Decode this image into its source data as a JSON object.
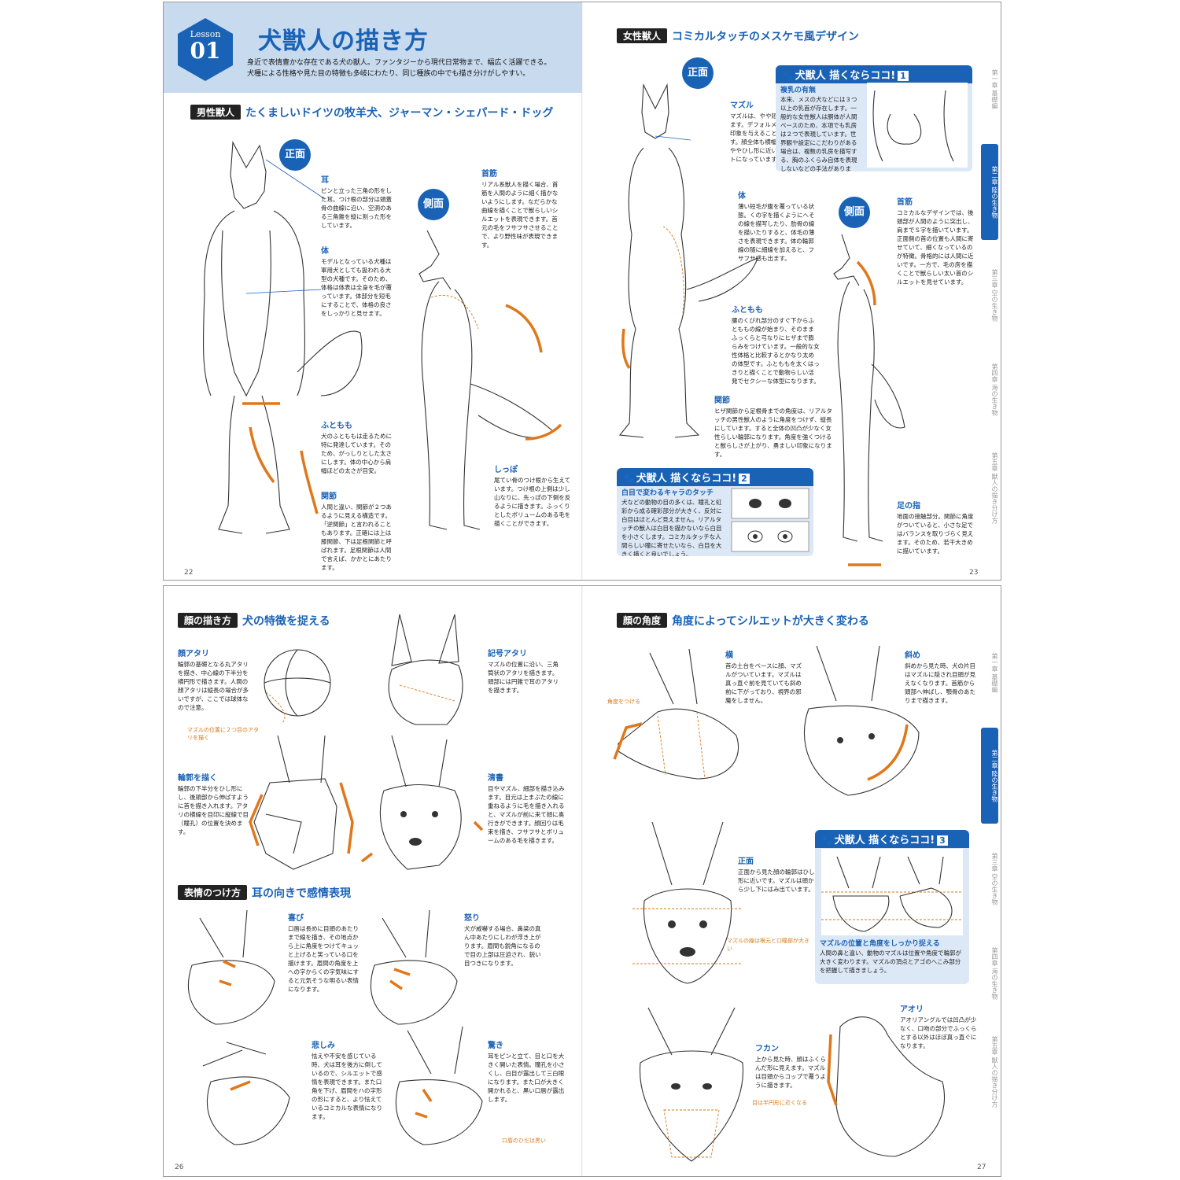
{
  "top_spread": {
    "lesson": {
      "word": "Lesson",
      "number": "01",
      "title": "犬獣人の描き方",
      "intro_1": "身近で表情豊かな存在である犬の獣人。ファンタジーから現代日常物まで、幅広く活躍できる。",
      "intro_2": "犬種による性格や見た目の特徴も多岐にわたり、同じ種族の中でも描き分けがしやすい。"
    },
    "male": {
      "tag": "男性獣人",
      "title": "たくましいドイツの牧羊犬、ジャーマン・シェパード・ドッグ",
      "front": "正面",
      "side": "側面",
      "ear_title": "耳",
      "ear_text": "ピンと立った三角の形をした耳。つけ根の部分は頭蓋骨の曲線に沿い、空洞のある三角錐を縦に割った形をしています。",
      "body_title": "体",
      "body_text": "モデルとなっている犬種は軍用犬としても扱われる大型の犬種です。そのため、体格は体表は全身を毛が覆っています。体部分を短毛にすることで、体格の良さをしっかりと見せます。",
      "thigh_title": "ふともも",
      "thigh_text": "犬のふとももは走るために特に発達しています。そのため、がっしりとした太さにします。体の中心から肩幅ほどの太さが目安。",
      "joint_title": "関節",
      "joint_text": "人間と違い、関節が２つあるように見える構造です。「逆関節」と言われることもあります。正確には上は膝関節、下は足根関節と呼ばれます。足根関節は人間で言えば、かかとにあたります。",
      "neck_title": "首筋",
      "neck_text": "リアル系獣人を描く場合、首筋を人間のように細く描かないようにします。なだらかな曲線を描くことで獣らしいシルエットを表現できます。首元の毛をフサフサさせることで、より野性味が表現できます。",
      "tail_title": "しっぽ",
      "tail_text": "尾てい骨のつけ根から生えています。つけ根の上側は少し山なりに、先っぽの下側を反るように描きます。ふっくりとしたボリュームのある毛を描くことができます。"
    },
    "female": {
      "tag": "女性獣人",
      "title": "コミカルタッチのメスケモ風デザイン",
      "front": "正面",
      "side": "側面",
      "muzzle_title": "マズル",
      "muzzle_text": "マズルは、やや短めに描きます。デフォルメが効いた印象を与えることができます。顔全体も横幅が出て、ややひし形に近いシルエットになっています。",
      "body_title": "体",
      "body_text": "薄い短毛が腹を覆っている状態。くの字を描くようにへその線を描写したり、肋骨の線を描いたりすると、体毛の薄さを表現できます。体の輪郭線の随に細線を加えると、フサフサ感も出ます。",
      "thigh_title": "ふともも",
      "thigh_text": "腰のくびれ部分のすぐ下からふとももの線が始まり、そのままふっくらと弓なりにヒザまで膨らみをつけています。一般的な女性体格と比較するとかなり太めの体型です。ふとももを太くはっきりと描くことで動物らしい活発でセクシーな体型になります。",
      "joint_title": "関節",
      "joint_text": "ヒザ関節から足根骨までの角度は、リアルタッチの男性獣人のように角度をつけず、縦長にしています。すると全体の凹凸が少なく女性らしい輪郭になります。角度を強くつけると獣らしさが上がり、勇ましい印象になります。",
      "neck_title": "首筋",
      "neck_text": "コミカルなデザインでは、後頭部が人間のように突出し、肩までＳ字を描いています。正面側の首の位置も人間に寄せていて、細くなっているのが特徴。骨格的には人間に近いです。一方で、毛の房を描くことで獣らしい太い首のシルエットを見せています。",
      "toe_title": "足の指",
      "toe_text": "地面の接触部分。関節に角度がついていると、小さな足ではバランスを取りづらく見えます。そのため、若干大きめに描いています。"
    },
    "callout1": {
      "title": "犬獣人 描くならココ!",
      "num": "1",
      "sub": "複乳の有無",
      "text": "本来、メスの犬などには３つ以上の乳首が存在します。一般的な女性獣人は胴体が人間ベースのため、本項でも乳房は２つで表現しています。世界観や設定にこだわりがある場合は、複数の乳房を描写する、胸のふくらみ自体を表現しないなどの手法があります。"
    },
    "callout2": {
      "title": "犬獣人 描くならココ!",
      "num": "2",
      "sub": "白目で変わるキャラのタッチ",
      "text": "犬などの動物の目の多くは、瞳孔と虹彩から成る確彩部分が大きく、反対に白目はほとんど見えません。リアルタッチの獣人は白目を描かないなら白目を小さくします。コミカルタッチな人間らしい瞳に寄せたいなら、白目を大きく描くと良いでしょう。"
    },
    "page_left": "22",
    "page_right": "23"
  },
  "bottom_spread": {
    "face": {
      "tag": "顔の描き方",
      "title": "犬の特徴を捉える",
      "atari_title": "顔アタリ",
      "atari_text": "輪郭の基礎となる丸アタリを描き、中心線の下半分を横円形で描きます。人間の顔アタリは縦長の場合が多いですが、ここでは球体なので注意。",
      "atari_note": "マズルの位置に２つ目のアタリを描く",
      "sign_title": "記号アタリ",
      "sign_text": "マズルの位置に沿い、三角筒状のアタリを描きます。頭部には円錐で耳のアタリを描きます。",
      "outline_title": "輪郭を描く",
      "outline_text": "輪郭の下半分をひし形にし、後頭部から伸ばすように首を描き入れます。アタリの横線を目印に縦線で目（瞳孔）の位置を決めます。",
      "clean_title": "清書",
      "clean_text": "目やマズル、細部を描き込みます。目元は上まぶたの線に重ねるように毛を描き入れると、マズルが前に来て顔に奥行きができます。顔回りは毛束を描き、フサフサとボリュームのある毛を描きます。"
    },
    "expression": {
      "tag": "表情のつけ方",
      "title": "耳の向きで感情表現",
      "joy_title": "喜び",
      "joy_text": "口唇は長めに目頭のあたりまで線を描き、その地点から上に角度をつけてキュッと上げると笑っている口を描けます。眉間の角度を上への字からくの字気味にすると元気そうな明るい表情になります。",
      "anger_title": "怒り",
      "anger_text": "犬が威嚇する場合、鼻梁の真ん中あたりにしわが浮き上がります。眉間も鋭角になるので目の上部は圧迫され、鋭い目つきになります。",
      "sad_title": "悲しみ",
      "sad_text": "怯えや不安を感じている時、犬は耳を後方に倒しているので、シルエットで感情を表現できます。また口角を下げ、眉間をハの字形の形にすると、より怯えているコミカルな表情になります。",
      "surprise_title": "驚き",
      "surprise_text": "耳をピンと立て、目と口を大きく開いた表情。瞳孔を小さくし、白目が露出して三白眼になります。また口が大きく開かれると、黒い口唇が露出します。",
      "lip_note": "口唇のひだは黒い"
    },
    "angle": {
      "tag": "顔の角度",
      "title": "角度によってシルエットが大きく変わる",
      "side_title": "横",
      "side_text": "首の土台をベースに顔、マズルがついています。マズルは真っ直ぐ前を見ていても斜め前に下がっており、視界の邪魔をしません。",
      "angle_note": "角度をつける",
      "oblique_title": "斜め",
      "oblique_text": "斜めから見た時、犬の片目はマズルに隠され目頭が見えなくなります。首筋から頭部へ伸ばし、顎骨のあたりまで描きます。",
      "front_title": "正面",
      "front_text": "正面から見た顔の輪郭はひし形に近いです。マズルは頭から少し下にはみ出ています。",
      "muzzle_note": "マズルの線は根元と口瞳部が大きい",
      "high_title": "フカン",
      "high_text": "上から見た時、顔はふくらんだ形に見えます。マズルは目頭からコップで覆うように描きます。",
      "high_note": "目は半円形に近くなる",
      "low_title": "アオリ",
      "low_text": "アオリアングルでは凹凸が少なく、口吻の部分でふっくらとする以外はほぼ真っ直ぐになります。"
    },
    "callout3": {
      "title": "犬獣人 描くならココ!",
      "num": "3",
      "sub": "マズルの位置と角度をしっかり捉える",
      "text": "人間の鼻と違い、動物のマズルは位置や角度で輪郭が大きく変わります。マズルの頂点とアゴのへこみ部分を把握して描きましょう。"
    },
    "page_left": "26",
    "page_right": "27"
  },
  "chapters": [
    {
      "label": "第一章 基礎編",
      "active": false
    },
    {
      "label": "第二章 陸の生き物",
      "active": true
    },
    {
      "label": "第三章 空の生き物",
      "active": false
    },
    {
      "label": "第四章 海の生き物",
      "active": false
    },
    {
      "label": "第五章 獣人の描き分け方",
      "active": false
    }
  ],
  "colors": {
    "accent": "#1a62b6",
    "arrow": "#e0771a",
    "panel": "#c8daee"
  }
}
